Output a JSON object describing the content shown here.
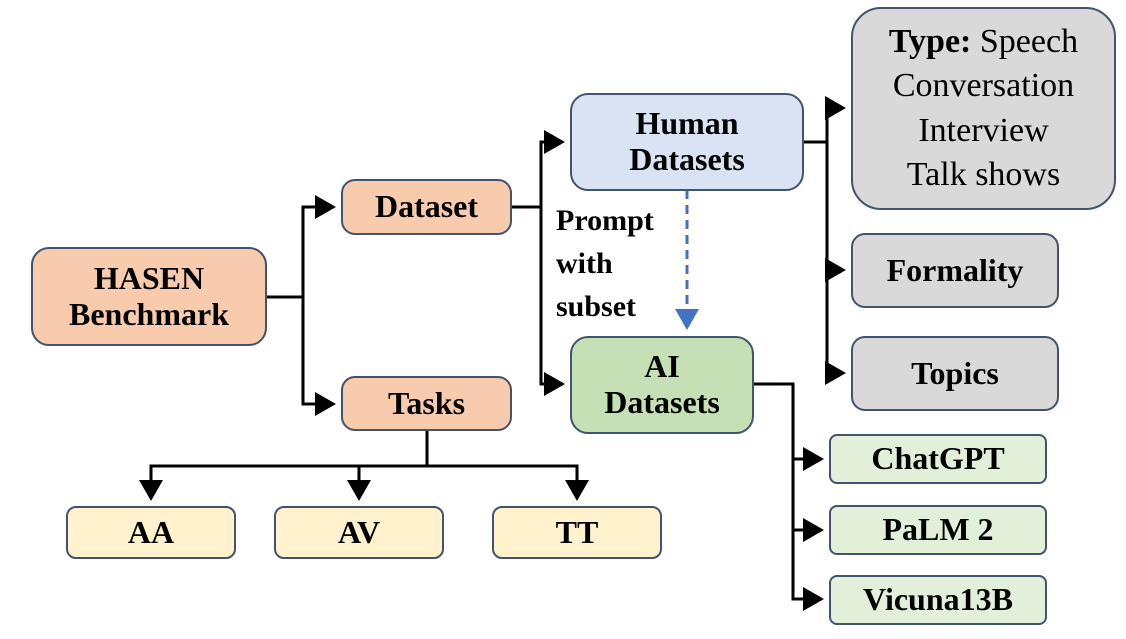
{
  "nodes": {
    "hasen": [
      "HASEN",
      "Benchmark"
    ],
    "dataset": "Dataset",
    "tasks": "Tasks",
    "human": [
      "Human",
      "Datasets"
    ],
    "ai": [
      "AI",
      "Datasets"
    ],
    "type_label": "Type:",
    "type_first": "Speech",
    "type_rest": [
      "Conversation",
      "Interview",
      "Talk shows"
    ],
    "formality": "Formality",
    "topics": "Topics",
    "chatgpt": "ChatGPT",
    "palm": "PaLM 2",
    "vicuna": "Vicuna13B",
    "aa": "AA",
    "av": "AV",
    "tt": "TT"
  },
  "prompt_label": [
    "Prompt",
    "with",
    "subset"
  ],
  "colors": {
    "border": "#41536e",
    "hasen": "#f8cbad",
    "human": "#dae3f3",
    "ai": "#c5e0b4",
    "models": "#e2f0d9",
    "tasks": "#fff2cc",
    "attributes": "#d9d9d9",
    "dashed_arrow": "#4472c4",
    "connector": "#000000"
  }
}
